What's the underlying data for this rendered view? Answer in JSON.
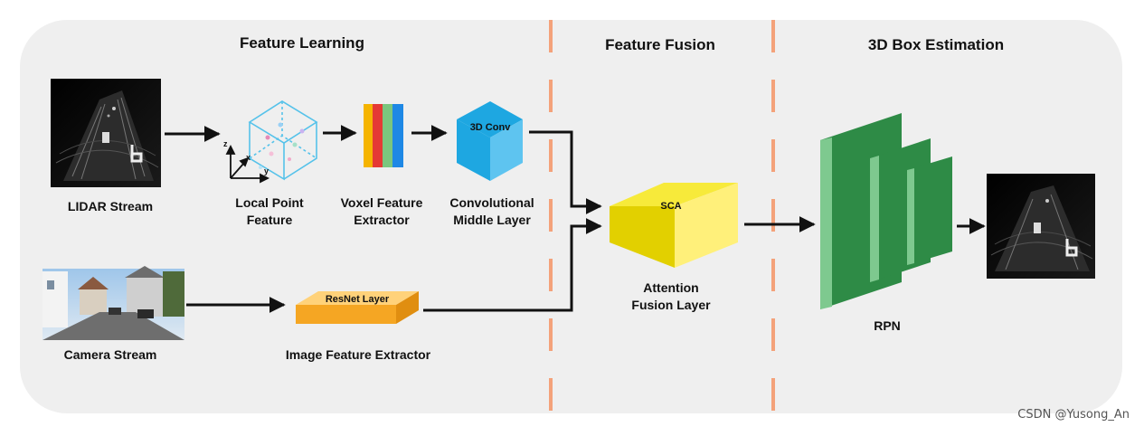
{
  "sections": {
    "feature_learning": "Feature Learning",
    "feature_fusion": "Feature Fusion",
    "box_estimation": "3D Box Estimation"
  },
  "inputs": {
    "lidar": "LIDAR Stream",
    "camera": "Camera Stream"
  },
  "modules": {
    "local_point_line1": "Local Point",
    "local_point_line2": "Feature",
    "voxel_line1": "Voxel Feature",
    "voxel_line2": "Extractor",
    "conv_line1": "Convolutional",
    "conv_line2": "Middle Layer",
    "conv_inner": "3D Conv",
    "resnet_inner": "ResNet Layer",
    "image_extractor": "Image Feature Extractor",
    "sca_inner": "SCA",
    "attention_line1": "Attention",
    "attention_line2": "Fusion Layer",
    "rpn": "RPN"
  },
  "axes": {
    "z": "z",
    "x": "x",
    "y": "y"
  },
  "colors": {
    "panel": "#efefef",
    "divider": "#f4a27a",
    "sca": "#f0df00",
    "resnet": "#f5a623",
    "conv": "#1ea7e1",
    "rpn": "#2e8b46",
    "cube": "#55c2ea"
  },
  "watermark": "CSDN @Yusong_An"
}
